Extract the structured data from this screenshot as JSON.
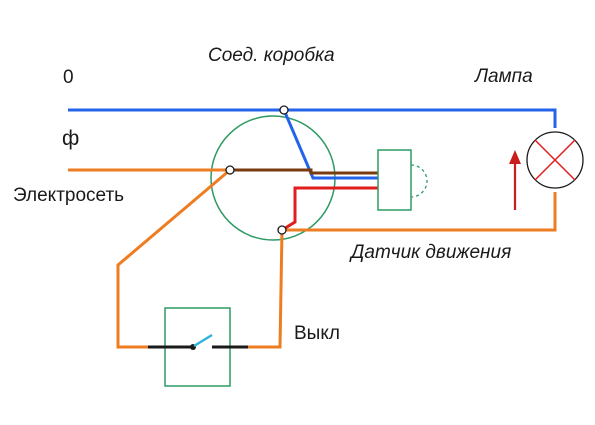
{
  "labels": {
    "junction_box": "Соед. коробка",
    "zero": "0",
    "phase": "ф",
    "mains": "Электросеть",
    "lamp": "Лампа",
    "motion_sensor": "Датчик движения",
    "switch": "Выкл"
  },
  "colors": {
    "neutral_wire": "#2563eb",
    "phase_wire": "#ee7d22",
    "sensor_in_wire": "#7a3b10",
    "sensor_out_wire": "#e11d1d",
    "box_outline": "#2f9a63",
    "lamp_cross": "#e11d1d",
    "arrow": "#c81e1e",
    "switch_contact": "#2fb3d9"
  }
}
